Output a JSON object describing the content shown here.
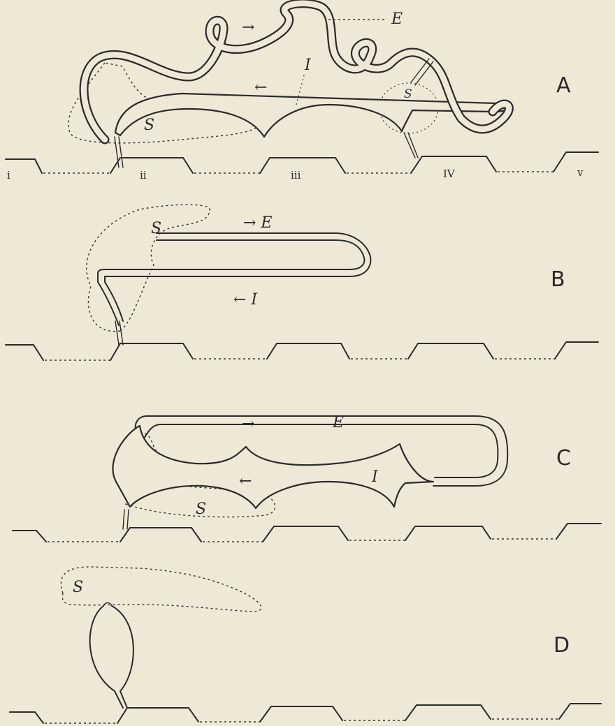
{
  "panels": [
    {
      "letter": "A",
      "segments": [
        "i",
        "ii",
        "iii",
        "IV",
        "v"
      ],
      "labels": [
        "E",
        "I",
        "S",
        "S"
      ]
    },
    {
      "letter": "B",
      "labels": [
        "S",
        "→ E",
        "← I"
      ]
    },
    {
      "letter": "C",
      "labels": [
        "→",
        "E",
        "←",
        "I",
        "S"
      ]
    },
    {
      "letter": "D",
      "labels": [
        "S"
      ]
    }
  ],
  "arrows": {
    "right": "→",
    "left": "←"
  }
}
